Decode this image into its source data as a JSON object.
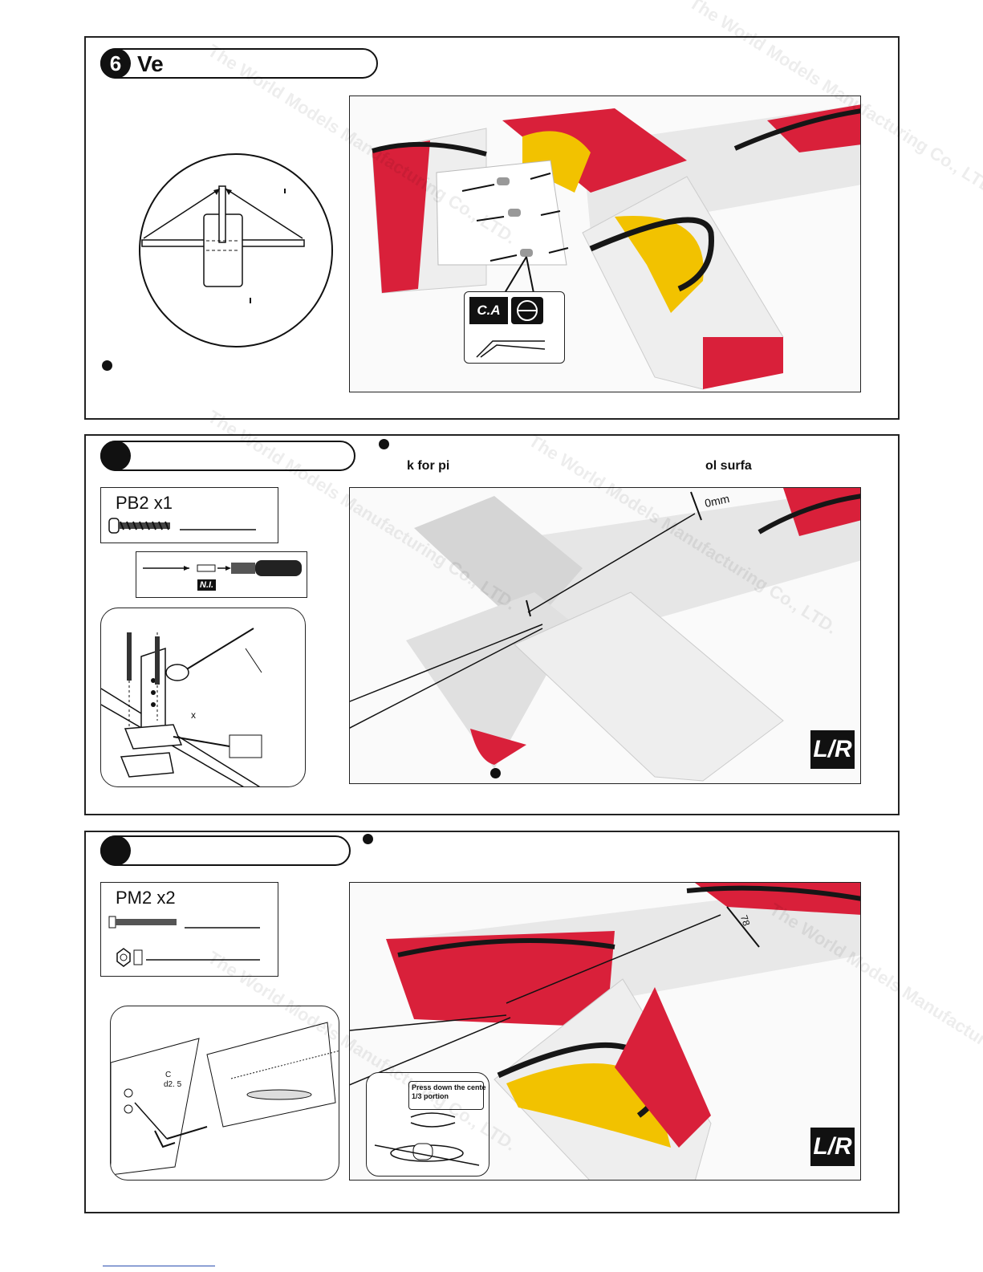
{
  "steps": [
    {
      "number": "6",
      "title": "Ve",
      "ca_label": "C.A"
    },
    {
      "number": "",
      "title": "",
      "note_left": "k for pi",
      "note_right": "ol surfa",
      "part_code": "PB2 x1",
      "tool_label": "N.I.",
      "dimension": "0mm",
      "detail_x": "x",
      "badge": "L/R"
    },
    {
      "number": "",
      "title": "",
      "part_code": "PM2 x2",
      "dimension": "78",
      "detail_c": "C",
      "detail_drill": "d2. 5",
      "press_note_line1": "Press down the cente",
      "press_note_line2": "1/3 portion",
      "badge": "L/R"
    }
  ],
  "watermark_text": "The World Models Manufacturing Co., LTD.",
  "colors": {
    "red": "#d9203a",
    "yellow": "#f2c200",
    "black_stripe": "#161616",
    "white_surface": "#eeeeee"
  }
}
